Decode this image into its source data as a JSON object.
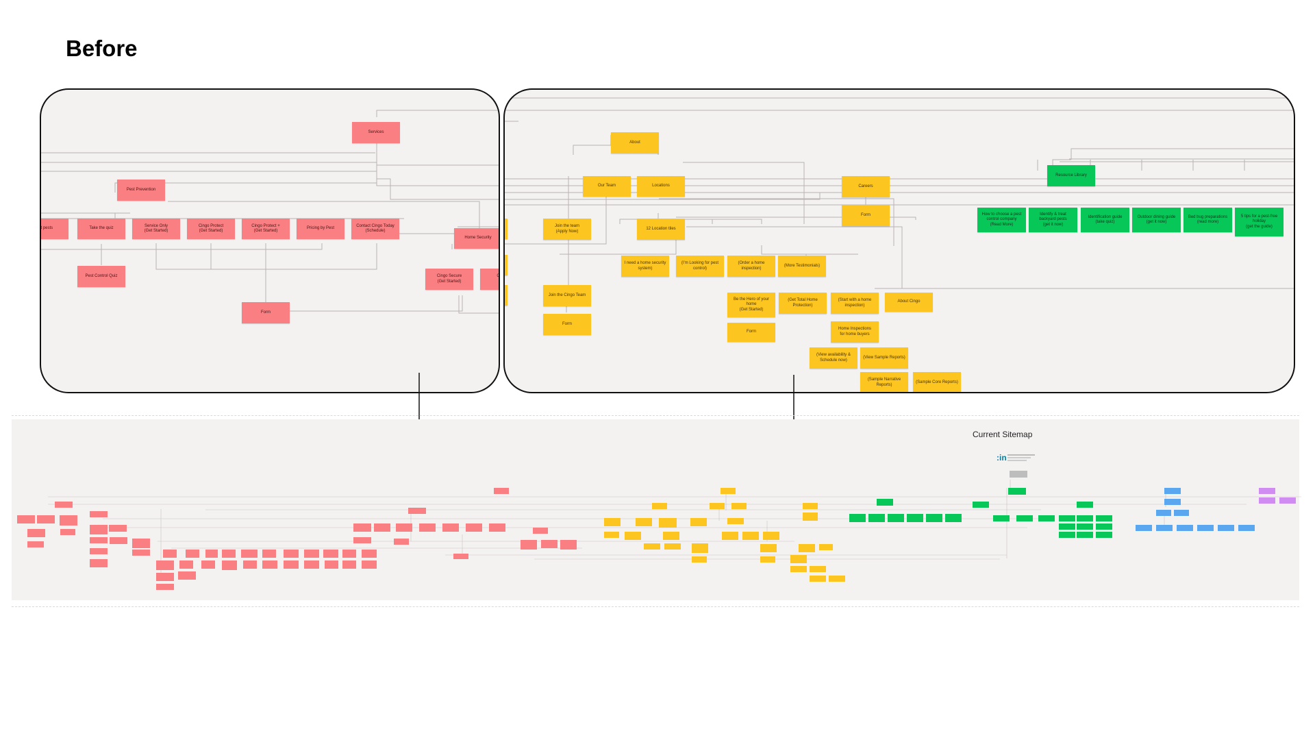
{
  "heading": "Before",
  "colors": {
    "pink": "#f97f82",
    "yellow": "#fdc520",
    "green": "#08c759",
    "blue": "#5aa7f0",
    "purple": "#d08cf0",
    "gray": "#bdbdbd"
  },
  "left_panel": {
    "services": "Services",
    "pest_prevention": "Pest Prevention",
    "ent_pests": "ent pests",
    "take_quiz": "Take the quiz",
    "service_only": "Service Only\n(Get Started)",
    "cingo_protect": "Cingo Protect\n(Get Started)",
    "cingo_protect_plus": "Cingo Protect +\n(Get Started)",
    "pricing_by_pest": "Pricing by Pest",
    "contact_cingo": "Contact Cingo Today\n(Schedule)",
    "home_security": "Home Security",
    "pest_control_quiz": "Pest Control Quiz",
    "cingo_secure": "Cingo Secure\n(Get Started)",
    "cingo_s_partial": "Cingo S\n(Ge",
    "form": "Form"
  },
  "right_panel": {
    "about": "About",
    "our_team": "Our Team",
    "locations": "Locations",
    "careers": "Careers",
    "careers_form": "Form",
    "resource_library": "Resource Library",
    "join_team": "Join the team\n(Apply Now)",
    "location_tiles": "12 Location tiles",
    "need_security": "I need a home security\nsystem)",
    "looking_pest": "(I'm Looking for pest\ncontrol)",
    "order_inspection": "(Order a home\ninspection)",
    "more_testimonials": "(More Testimonials)",
    "join_cingo_team": "Join the Cingo Team",
    "team_form": "Form",
    "be_hero": "Be the Hero of your\nhome\n(Get Started)",
    "total_protection": "(Get Total Home\nProtection)",
    "start_inspection": "(Start with a home\ninspection)",
    "about_cingo": "About Cingo",
    "hero_form": "Form",
    "inspections_buyers": "Home Inspections\nfor home buyers",
    "view_availability": "(View availability &\nSchedule now)",
    "view_sample": "(View Sample Reports)",
    "sample_narrative": "(Sample Narrative\nReports)",
    "sample_core": "(Sample Core Reports)",
    "res_choose": "How to choose a pest\ncontrol company\n(Read More)",
    "res_identify": "Identify & treat\nbackyard pests\n(get it now)",
    "res_guide": "Identification guide\n(take quiz)",
    "res_outdoor": "Outdoor dining guide\n(get it now)",
    "res_bedbug": "Bed bug preparations\n(read more)",
    "res_tips": "5 tips for a pest-free\nholiday\n(get the guide)"
  },
  "overview": {
    "title": "Current Sitemap"
  }
}
